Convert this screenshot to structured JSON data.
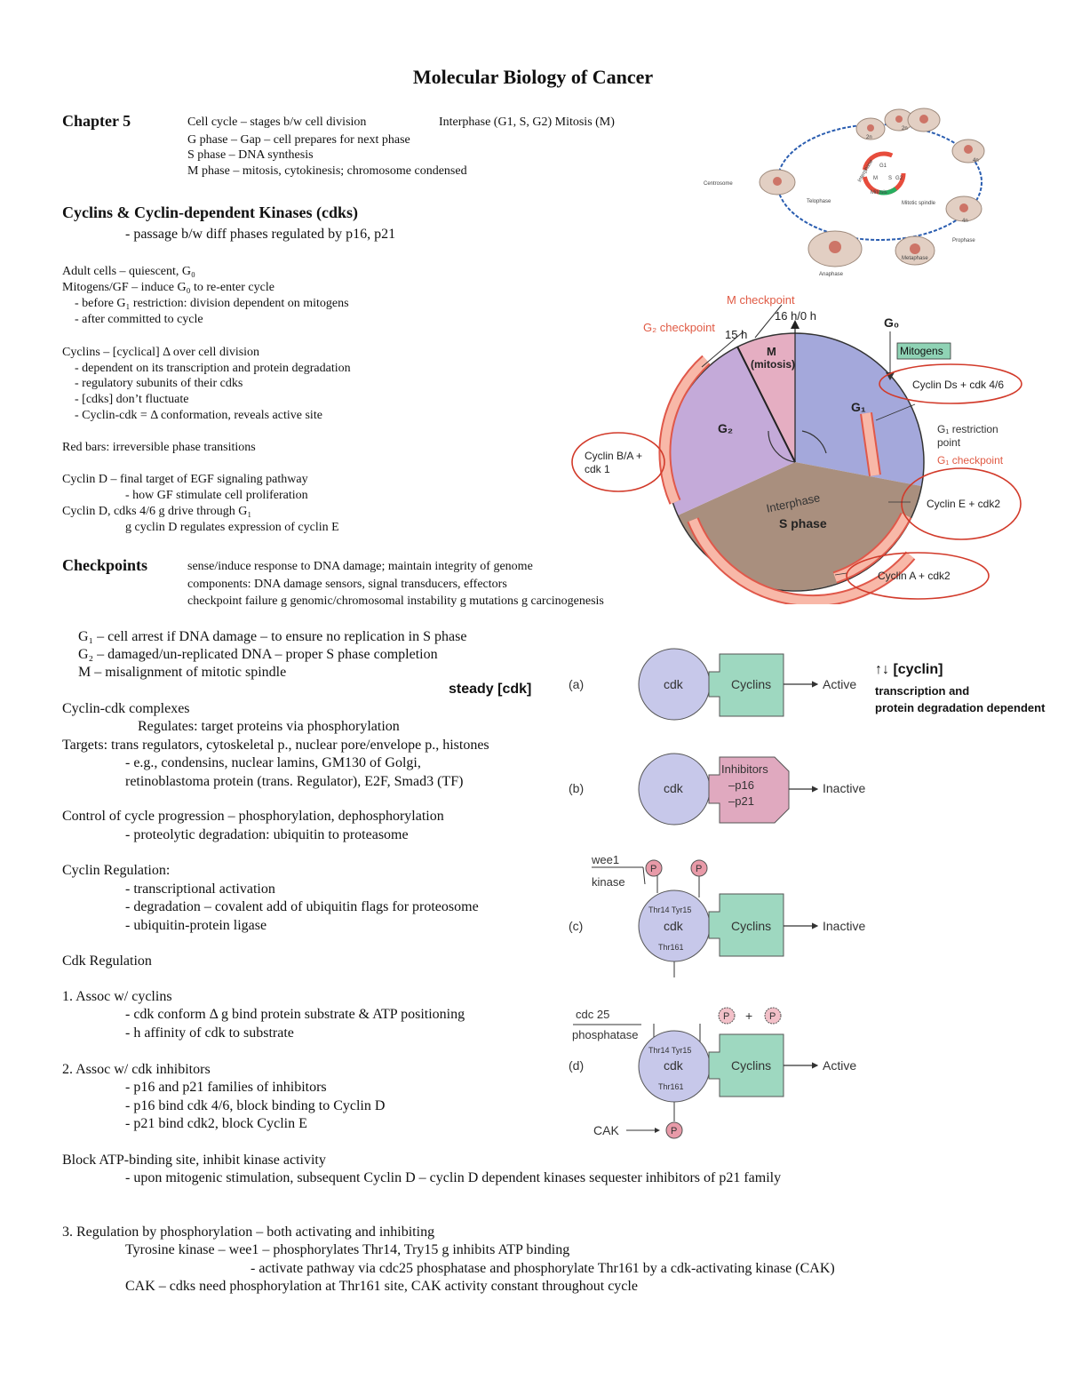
{
  "title": "Molecular Biology of Cancer",
  "chapter": {
    "label": "Chapter 5",
    "lines": [
      "Cell cycle – stages b/w cell division",
      "G phase – Gap – cell prepares for next phase",
      "S phase – DNA synthesis",
      "M phase – mitosis, cytokinesis; chromosome condensed"
    ],
    "interphase": "Interphase (G1, S, G2) Mitosis (M)"
  },
  "cyclins_section": {
    "heading": "Cyclins & Cyclin-dependent Kinases (cdks)",
    "sub": "- passage b/w diff phases regulated by p16, p21"
  },
  "adult": [
    "Adult cells – quiescent, G₀",
    "Mitogens/GF – induce G₀ to re-enter cycle",
    "- before G₁ restriction: division dependent on mitogens",
    "- after committed to cycle"
  ],
  "cyclins_list": [
    "Cyclins – [cyclical] Δ over cell division",
    "- dependent on its transcription and protein degradation",
    "- regulatory subunits of their cdks",
    "- [cdks] don’t fluctuate",
    "- Cyclin-cdk = Δ conformation, reveals active site"
  ],
  "red_bars": "Red bars: irreversible phase transitions",
  "cyclin_d": [
    "Cyclin D – final target of EGF signaling pathway",
    "- how GF stimulate cell proliferation",
    "Cyclin D, cdks 4/6 g drive through G₁",
    "g cyclin D regulates expression of cyclin E"
  ],
  "checkpoints": {
    "heading": "Checkpoints",
    "lines": [
      "sense/induce response to DNA damage; maintain integrity of genome",
      "components: DNA damage sensors, signal transducers, effectors",
      "checkpoint failure g genomic/chromosomal instability g mutations g carcinogenesis"
    ],
    "phases": [
      "G₁ – cell arrest if DNA damage – to ensure no replication in S phase",
      "G₂ – damaged/un-replicated DNA – proper S phase completion",
      "M – misalignment of mitotic spindle"
    ]
  },
  "complexes": [
    "Cyclin-cdk complexes",
    "Regulates: target proteins via phosphorylation",
    "Targets: trans regulators, cytoskeletal p., nuclear pore/envelope p., histones",
    "- e.g., condensins, nuclear lamins, GM130 of Golgi,",
    "retinoblastoma protein (trans. Regulator), E2F, Smad3 (TF)"
  ],
  "control": [
    "Control of cycle progression – phosphorylation, dephosphorylation",
    "- proteolytic degradation: ubiquitin to proteasome"
  ],
  "cyclin_reg": [
    "Cyclin Regulation:",
    "- transcriptional activation",
    "- degradation – covalent add of ubiquitin flags for proteosome",
    "- ubiquitin-protein ligase"
  ],
  "cdk_reg": "Cdk Regulation",
  "assoc1": [
    "1. Assoc w/ cyclins",
    "- cdk conform Δ g bind protein substrate & ATP positioning",
    "- h affinity of cdk to substrate"
  ],
  "assoc2": [
    "2. Assoc w/ cdk inhibitors",
    "- p16 and p21 families of inhibitors",
    "- p16 bind cdk 4/6, block binding to Cyclin D",
    "- p21 bind cdk2, block Cyclin E"
  ],
  "block": [
    "Block ATP-binding site, inhibit kinase activity",
    "- upon mitogenic stimulation, subsequent Cyclin D – cyclin D dependent kinases sequester inhibitors of p21 family"
  ],
  "phospho": [
    "3. Regulation by phosphorylation – both activating and inhibiting",
    "Tyrosine kinase – wee1 – phosphorylates Thr14, Try15 g inhibits ATP binding",
    "- activate pathway via cdc25 phosphatase and phosphorylate Thr161 by a cdk-activating kinase (CAK)",
    "CAK – cdks need phosphorylation at Thr161 site, CAK activity constant throughout cycle"
  ],
  "fig_top": {
    "labels": [
      "Centrosome",
      "Telophase",
      "Mitotic spindle",
      "Prophase",
      "Metaphase",
      "Anaphase",
      "Mitosis",
      "Interphase"
    ],
    "small": [
      "2n",
      "2n",
      "4n",
      "4n",
      "G1",
      "S",
      "G2",
      "M"
    ]
  },
  "fig_cycle": {
    "m_checkpoint": "M checkpoint",
    "g2_checkpoint": "G₂ checkpoint",
    "time_16": "16 h/0 h",
    "time_15": "15 h",
    "g0": "G₀",
    "mitogens": "Mitogens",
    "m_label": "M",
    "mitosis": "(mitosis)",
    "g1": "G₁",
    "g2": "G₂",
    "s_phase": "S phase",
    "interphase": "Interphase",
    "restriction": [
      "G₁ restriction",
      "point"
    ],
    "g1_checkpoint": "G₁ checkpoint",
    "cyclin_d": "Cyclin Ds + cdk 4/6",
    "cyclin_ba": [
      "Cyclin B/A +",
      "cdk 1"
    ],
    "cyclin_e": "Cyclin E + cdk2",
    "cyclin_a": "Cyclin A + cdk2"
  },
  "fig_cdk": {
    "steady": "steady [cdk]",
    "cyclin_note": "↑↓ [cyclin]",
    "cyclin_note2": [
      "transcription and",
      "protein degradation dependent"
    ],
    "a": "(a)",
    "b": "(b)",
    "c": "(c)",
    "d": "(d)",
    "cdk": "cdk",
    "cyclins": "Cyclins",
    "active": "Active",
    "inactive": "Inactive",
    "inhibitors": [
      "Inhibitors",
      "–p16",
      "–p21"
    ],
    "wee1": [
      "wee1",
      "kinase"
    ],
    "p": "P",
    "plus": "+",
    "thr": "Thr14 Tyr15",
    "thr161": "Thr161",
    "cdc25": [
      "cdc 25",
      "phosphatase"
    ],
    "cak": "CAK"
  }
}
